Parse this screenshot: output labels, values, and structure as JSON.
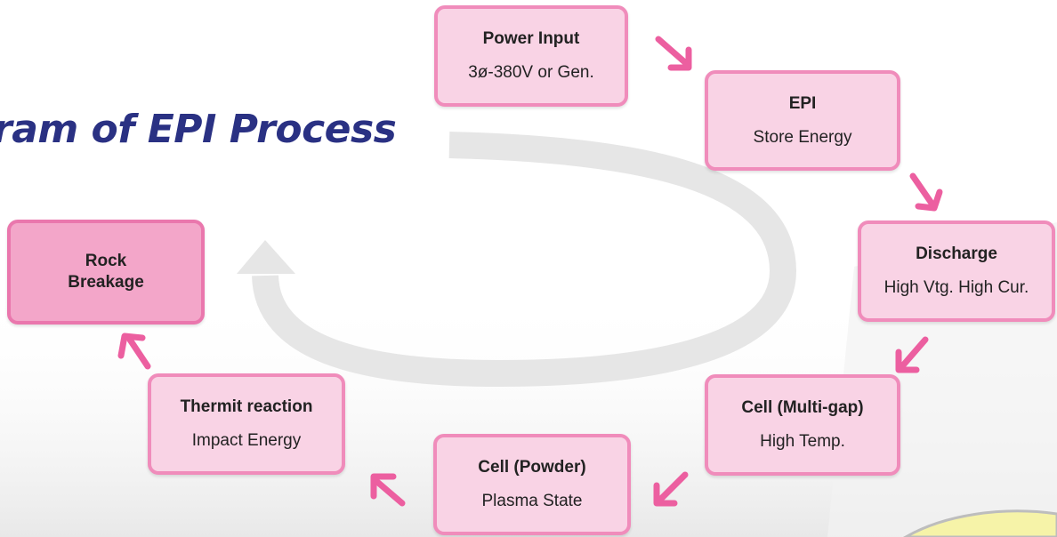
{
  "title": "ram of EPI Process",
  "boxes": {
    "power_input": {
      "head": "Power  Input",
      "sub": "3ø-380V or Gen."
    },
    "epi": {
      "head": "EPI",
      "sub": "Store Energy"
    },
    "discharge": {
      "head": "Discharge",
      "sub": "High Vtg. High Cur."
    },
    "cell_multigap": {
      "head": "Cell (Multi-gap)",
      "sub": "High Temp."
    },
    "cell_powder": {
      "head": "Cell (Powder)",
      "sub": "Plasma State"
    },
    "thermit": {
      "head": "Thermit  reaction",
      "sub": "Impact Energy"
    },
    "rock": {
      "head": "Rock\nBreakage"
    }
  },
  "colors": {
    "title": "#2a3183",
    "box_fill": "#f9d3e5",
    "box_fill_dark": "#f3a6c9",
    "box_border": "#f08cbb",
    "arrow": "#ec5fa0",
    "cycle_arrow": "#e6e6e6"
  }
}
